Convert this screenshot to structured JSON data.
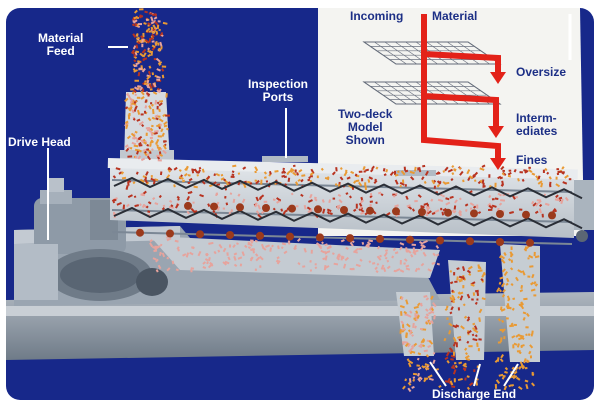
{
  "labels": {
    "material_feed": [
      "Material",
      "Feed"
    ],
    "drive_head": "Drive Head",
    "inspection_ports": [
      "Inspection",
      "Ports"
    ],
    "discharge_end": "Discharge End"
  },
  "inset": {
    "incoming": "Incoming",
    "material": "Material",
    "model": [
      "Two-deck",
      "Model",
      "Shown"
    ],
    "oversize": "Oversize",
    "intermediates": [
      "Interm-",
      "ediates"
    ],
    "fines": "Fines"
  },
  "colors": {
    "background": "#17288a",
    "frame": "#c6cdd3",
    "machine_body": "#d6dbe0",
    "inset_paper": "#f4f4f1",
    "flow_arrow": "#e32219",
    "inset_text": "#1c2f86",
    "granule_orange": "#e99a34",
    "granule_red": "#b83320",
    "granule_pink": "#e7a39c",
    "ball": "#9b3a1c"
  }
}
